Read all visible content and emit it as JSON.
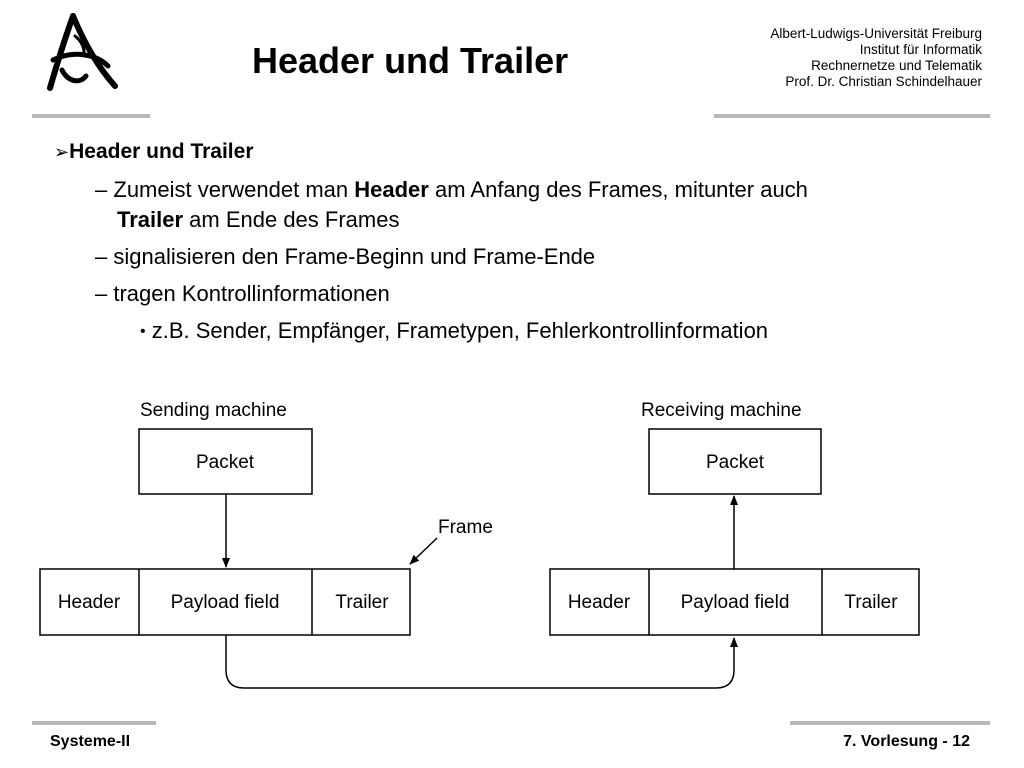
{
  "slide": {
    "title": "Header und Trailer",
    "institution": [
      "Albert-Ludwigs-Universität Freiburg",
      "Institut für Informatik",
      "Rechnernetze und Telematik",
      "Prof. Dr. Christian Schindelhauer"
    ]
  },
  "content": {
    "bullet_marker": "➢",
    "heading": "Header und Trailer",
    "item1": {
      "dash": "–",
      "pre": "Zumeist verwendet man ",
      "bold1": "Header",
      "mid": " am Anfang des Frames, mitunter auch",
      "bold2": "Trailer",
      "post": " am Ende des Frames"
    },
    "item2": "– signalisieren den Frame-Beginn und Frame-Ende",
    "item3": "– tragen Kontrollinformationen",
    "subitem": {
      "dot": "•",
      "text": "z.B. Sender, Empfänger, Frametypen, Fehlerkontrollinformation"
    }
  },
  "diagram": {
    "sending_label": "Sending machine",
    "receiving_label": "Receiving machine",
    "packet_label": "Packet",
    "frame_label": "Frame",
    "header_label": "Header",
    "payload_label": "Payload field",
    "trailer_label": "Trailer"
  },
  "footer": {
    "left": "Systeme-II",
    "right": "7. Vorlesung - 12"
  }
}
